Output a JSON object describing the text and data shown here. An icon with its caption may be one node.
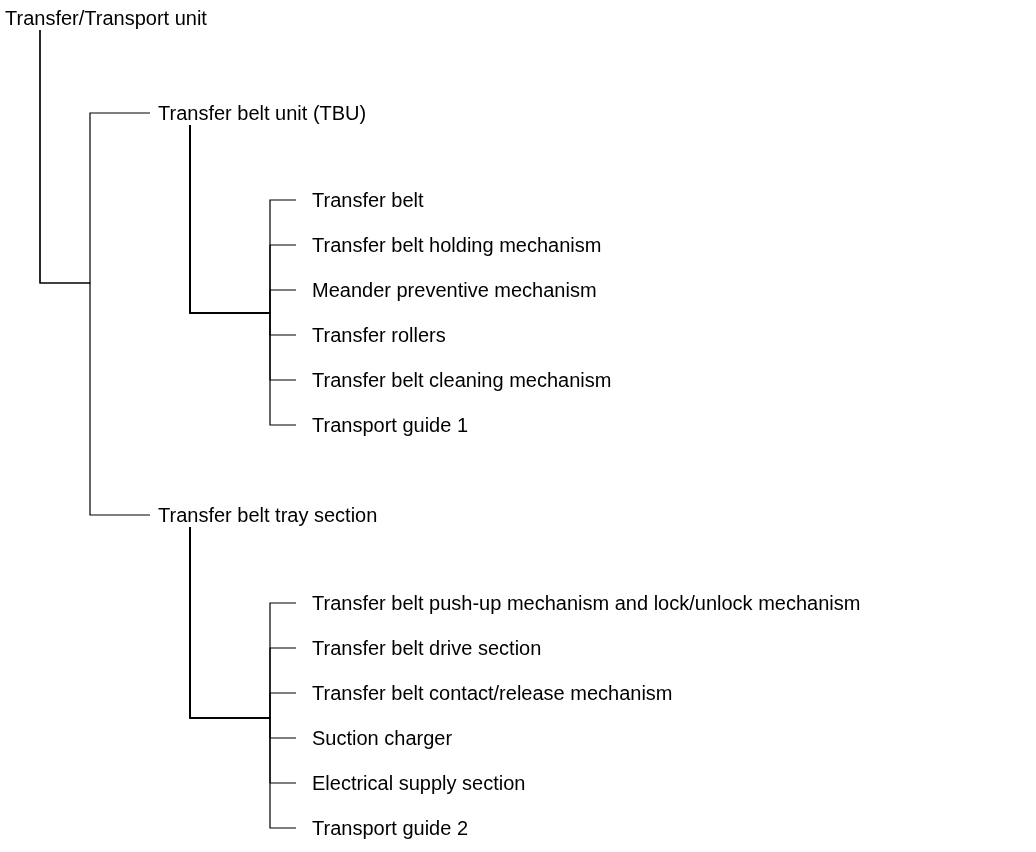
{
  "diagram": {
    "nodes": [
      {
        "text": [
          "Transfer/Transport unit"
        ]
      },
      {
        "text": [
          "Transfer belt unit (TBU)"
        ]
      },
      {
        "text": [
          "Transfer belt"
        ]
      },
      {
        "text": [
          "Transfer belt holding mechanism"
        ]
      },
      {
        "text": [
          "Meander preventive mechanism"
        ]
      },
      {
        "text": [
          "Transfer rollers"
        ]
      },
      {
        "text": [
          "Transfer belt cleaning mechanism"
        ]
      },
      {
        "text": [
          "Transport guide 1"
        ]
      },
      {
        "text": [
          "Transfer belt tray section"
        ]
      },
      {
        "text": [
          "Transfer belt push-up mechanism and lock/unlock mechanism"
        ]
      },
      {
        "text": [
          "Transfer belt drive section"
        ]
      },
      {
        "text": [
          "Transfer belt contact/release mechanism"
        ]
      },
      {
        "text": [
          "Suction charger"
        ]
      },
      {
        "text": [
          "Electrical supply section"
        ]
      },
      {
        "text": [
          "Transport guide 2"
        ]
      }
    ],
    "edges": [
      {
        "from": 0,
        "to": 1,
        "arrow": "none"
      },
      {
        "from": 0,
        "to": 8,
        "arrow": "none"
      },
      {
        "from": 1,
        "to": 2,
        "arrow": "none"
      },
      {
        "from": 1,
        "to": 3,
        "arrow": "none"
      },
      {
        "from": 1,
        "to": 4,
        "arrow": "none"
      },
      {
        "from": 1,
        "to": 5,
        "arrow": "none"
      },
      {
        "from": 1,
        "to": 6,
        "arrow": "none"
      },
      {
        "from": 1,
        "to": 7,
        "arrow": "none"
      },
      {
        "from": 8,
        "to": 9,
        "arrow": "none"
      },
      {
        "from": 8,
        "to": 10,
        "arrow": "none"
      },
      {
        "from": 8,
        "to": 11,
        "arrow": "none"
      },
      {
        "from": 8,
        "to": 12,
        "arrow": "none"
      },
      {
        "from": 8,
        "to": 13,
        "arrow": "none"
      },
      {
        "from": 8,
        "to": 14,
        "arrow": "none"
      }
    ]
  }
}
